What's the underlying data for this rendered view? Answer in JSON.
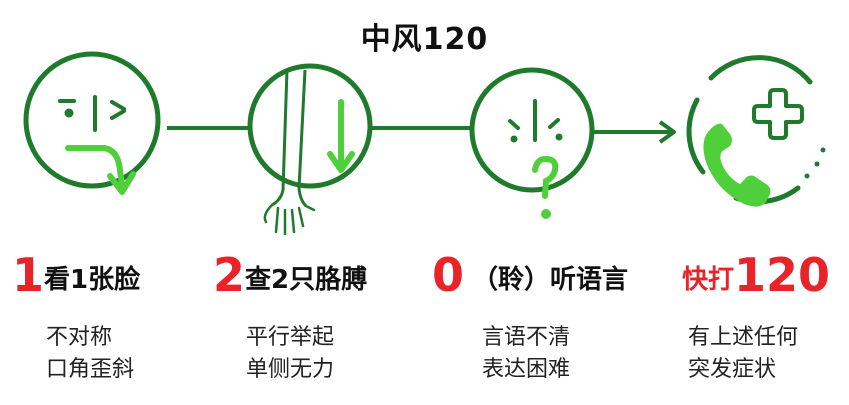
{
  "title": "中风120",
  "colors": {
    "green": "#1f7a2c",
    "light_green": "#4fcf3a",
    "red": "#e8232a"
  },
  "steps": [
    {
      "number": "1",
      "head": "看1张脸",
      "lines": [
        "不对称",
        "口角歪斜"
      ],
      "icon": "drooping-face-icon"
    },
    {
      "number": "2",
      "head": "查2只胳膊",
      "lines": [
        "平行举起",
        "单侧无力"
      ],
      "icon": "weak-arm-icon"
    },
    {
      "number": "0",
      "head": "（聆）听语言",
      "lines": [
        "言语不清",
        "表达困难"
      ],
      "icon": "confused-speech-icon"
    },
    {
      "prefix": "快打",
      "number": "120",
      "lines": [
        "有上述任何",
        "突发症状"
      ],
      "icon": "emergency-call-icon"
    }
  ]
}
